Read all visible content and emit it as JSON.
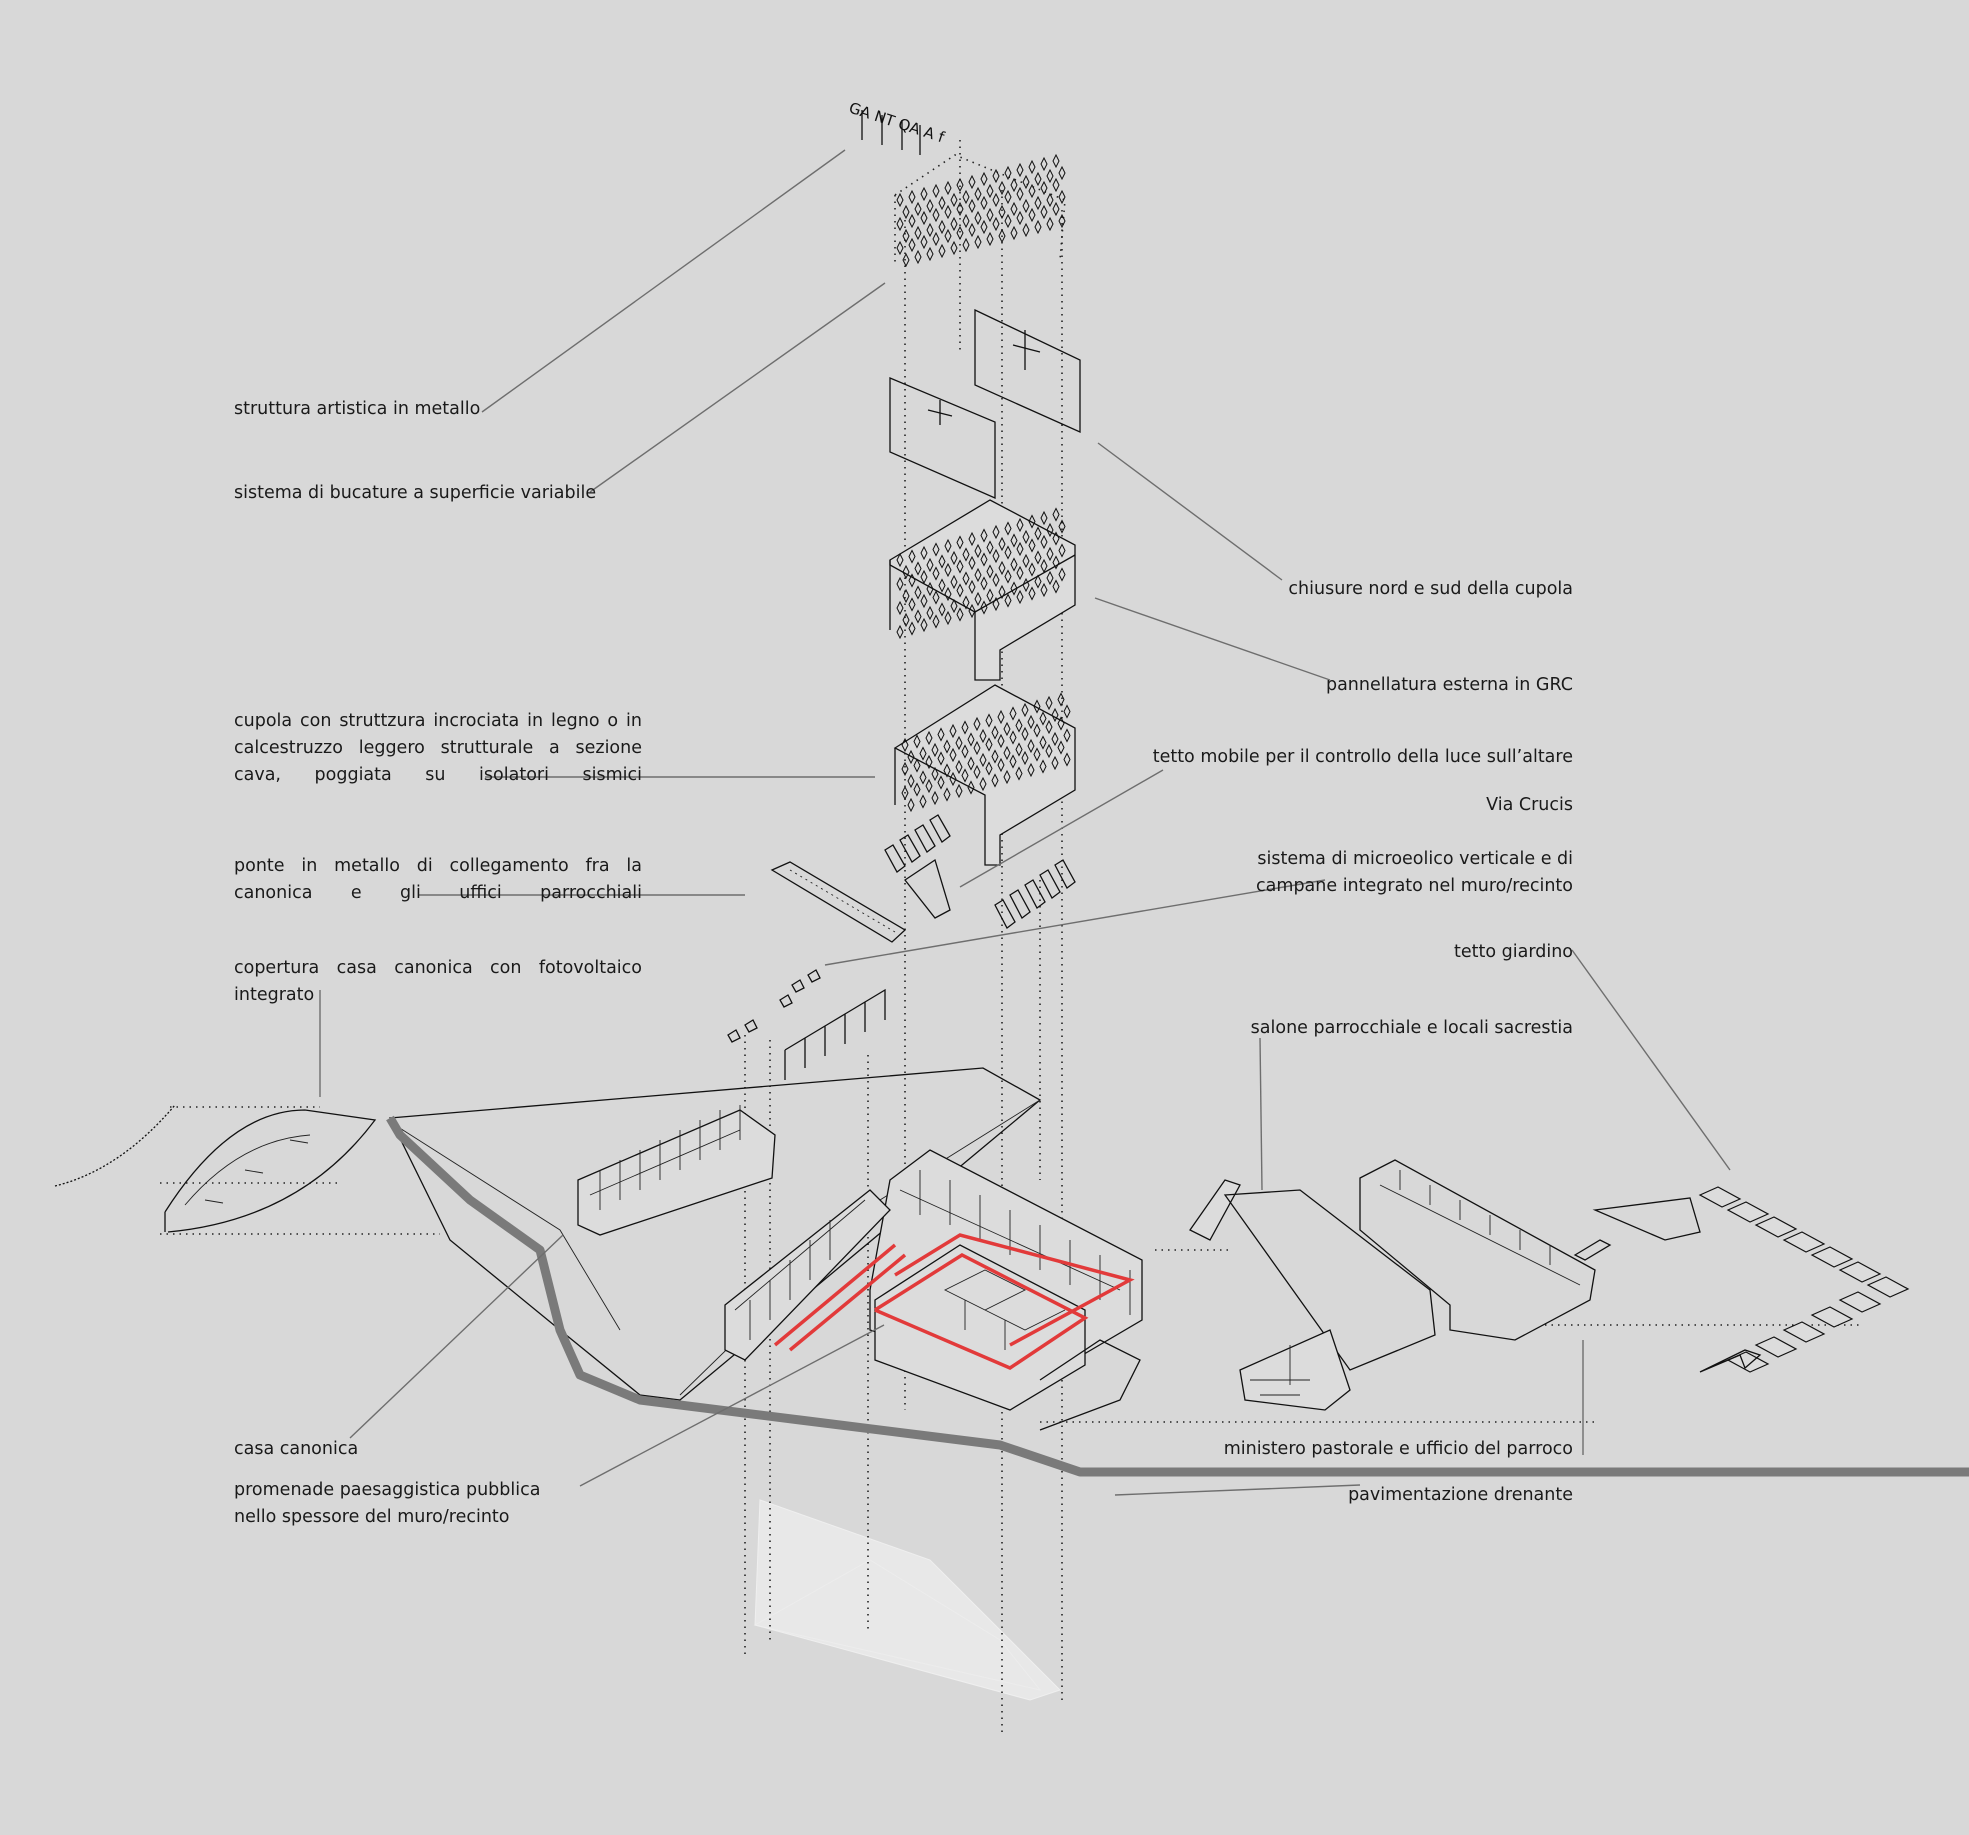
{
  "logo_text": "GA NT QA A f",
  "labels": {
    "struttura_artistica": "struttura artistica in metallo",
    "sistema_bucature": "sistema di bucature a superficie variabile",
    "chiusure": "chiusure nord e sud della cupola",
    "pannellatura": "pannellatura esterna in GRC",
    "cupola": "cupola con struttzura incrociata in legno o in calcestruzzo leggero strutturale  a sezione cava, poggiata su isolatori sismici",
    "tetto_mobile": "tetto mobile per il controllo della luce sull’altare",
    "via_crucis": "Via Crucis",
    "ponte": "ponte in metallo di collegamento fra la canonica e gli uffici parrocchiali",
    "microeolico": "sistema di microeolico verticale e di campane integrato nel muro/recinto",
    "tetto_giardino": "tetto giardino",
    "copertura": "copertura casa canonica con fotovoltaico integrato",
    "salone": "salone parrocchiale e locali sacrestia",
    "casa_canonica": "casa canonica",
    "promenade": "promenade paesaggistica pubblica nello spessore del muro/recinto",
    "ministero": "ministero pastorale e ufficio del parroco",
    "pavimentazione": "pavimentazione drenante"
  }
}
